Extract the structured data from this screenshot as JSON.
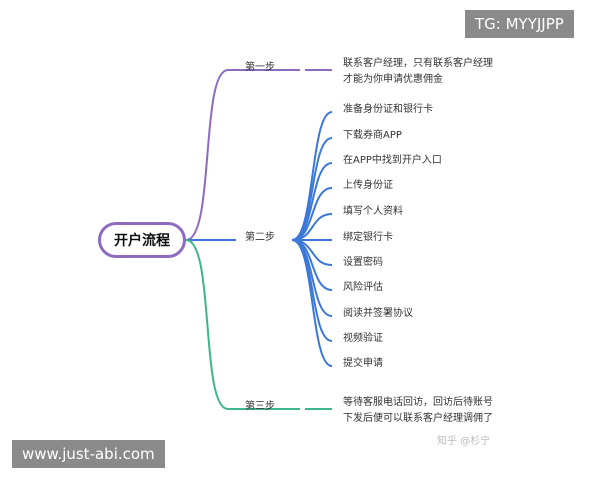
{
  "root": "开户流程",
  "colors": {
    "step1": "#8e6bbf",
    "step2": "#3b78d8",
    "step3": "#3fb58a"
  },
  "steps": [
    {
      "label": "第一步",
      "leaves": [
        "联系客户经理，只有联系客户经理\n才能为你申请优惠佣金"
      ]
    },
    {
      "label": "第二步",
      "leaves": [
        "准备身份证和银行卡",
        "下载券商APP",
        "在APP中找到开户入口",
        "上传身份证",
        "填写个人资料",
        "绑定银行卡",
        "设置密码",
        "风险评估",
        "阅读并签署协议",
        "视频验证",
        "提交申请"
      ]
    },
    {
      "label": "第三步",
      "leaves": [
        "等待客服电话回访，回访后待账号\n下发后便可以联系客户经理调佣了"
      ]
    }
  ],
  "watermarks": {
    "top": "TG: MYYJJPP",
    "bottom": "www.just-abi.com",
    "zhihu": "知乎 @杉宁"
  }
}
